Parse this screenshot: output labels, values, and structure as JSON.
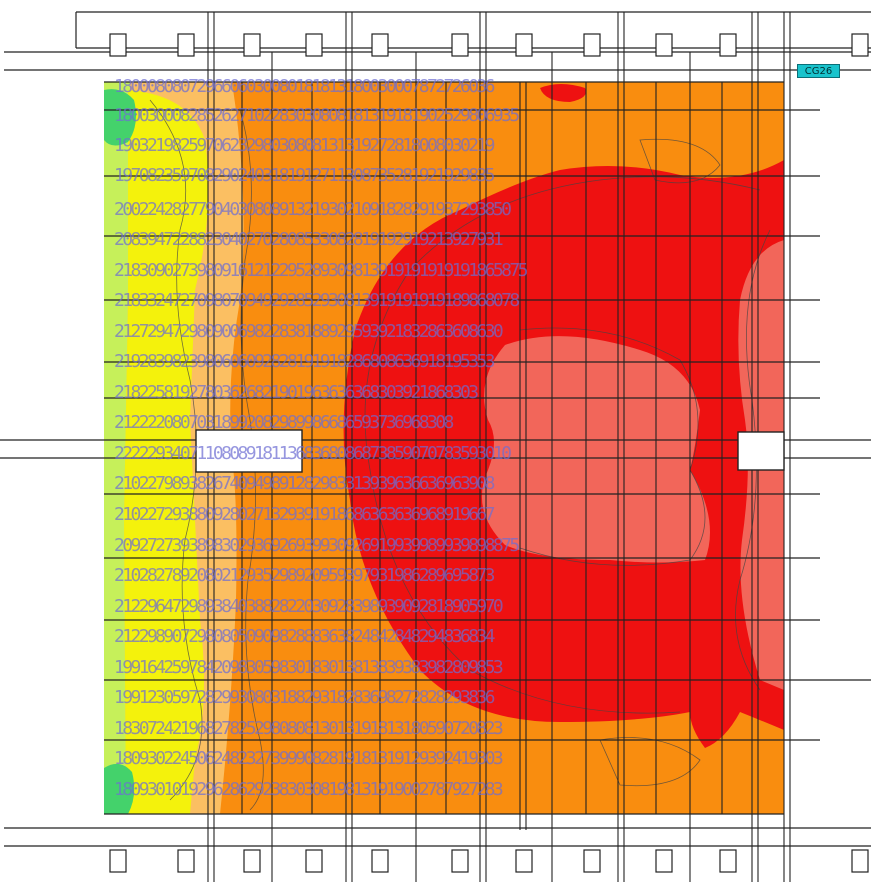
{
  "tag": {
    "label": "CG26",
    "color": "#19c3cc"
  },
  "heatmap": {
    "colors": {
      "green": "#44d26b",
      "yellow_green": "#c6f05a",
      "yellow": "#f4f20c",
      "light_orange": "#fbbf62",
      "orange": "#f98d0f",
      "salmon": "#f2665a",
      "red": "#ee1111"
    }
  },
  "value_rows": [
    "1800080807296606030080181813180030007872726036",
    "1800300082852627102283030808181319181902529806935",
    "1903219825970623298030808131319272818008030219",
    "1970823597082902403181912711308735281921929835",
    "200224282779040308089132193021091828291937293850",
    "20839472288230402702808533082819192919213927931",
    "21830902739809161212295289309813919191919191865875",
    "2183324727098070949292852930813919191919189868078",
    "21272947298090069822838188929593921832863608630",
    "2192839823980606092828191918286808636918195353",
    "21822581927803626821901963636368303921868303",
    "21222208070318992082989986686593736968308",
    "222229340711080891811368368086873859070783593010",
    "2102279893826740949891282983313939636636963908",
    "2102272938809280271329391918686363636968919667",
    "2092727393898302936926939930926919939989939898875",
    "2102827892080212935298920959397931986289695873",
    "21229647298938403882822030928398939092818905970",
    "2122989072980805090982888363824842848294836834",
    "19916425978420983059830183013813839383982809853",
    "1991230597282993080318829318283698272828293836",
    "18307242196827825298080813013191813180590720823",
    "18093022450624823273999082819181319129392419303",
    "18093010192962862923830308198131919002787927283"
  ]
}
